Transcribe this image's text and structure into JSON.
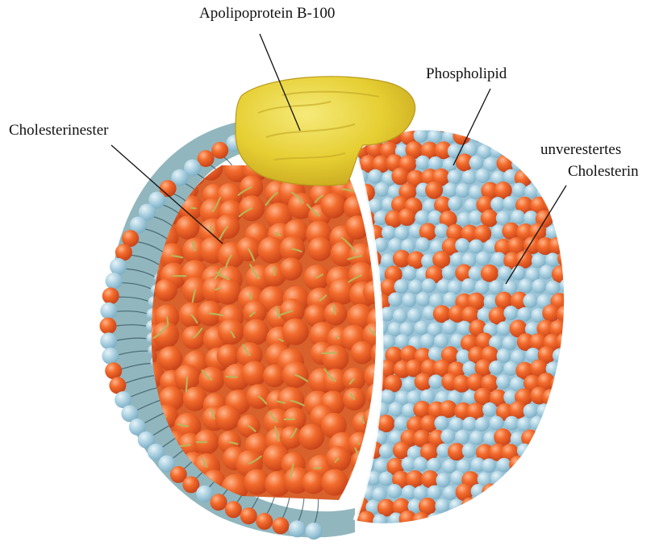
{
  "labels": {
    "apolipoprotein": "Apolipoprotein B-100",
    "phospholipid": "Phospholipid",
    "cholesterinester": "Cholesterinester",
    "unverestertes_line1": "unverestertes",
    "unverestertes_line2": "Cholesterin"
  },
  "colors": {
    "core_red": "#f06a2a",
    "headgroup_blue": "#a9cfe0",
    "protein_yellow": "#e9d63a",
    "leader_line": "#111111"
  }
}
